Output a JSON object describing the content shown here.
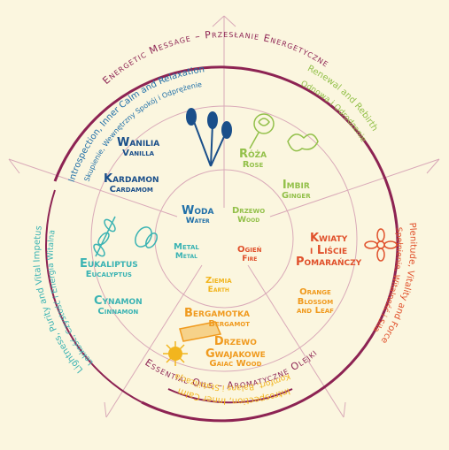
{
  "colors": {
    "background": "#fbf6df",
    "ring": "#8d2353",
    "guide": "#d9a9b8",
    "blue": "#1f6fa8",
    "green": "#93c04a",
    "red": "#e0502b",
    "orange": "#f09a1e",
    "teal": "#3ab3b3"
  },
  "rings": {
    "outer_top": "Energetic Message – Przesłanie Energetyczne",
    "outer_bottom": "Essential Oils – Aromatyczne Olejki"
  },
  "segments": {
    "top_left_en": "Introspection, Inner Calm and Relaxation",
    "top_left_pl": "Skupienie, Wewnętrzny Spokój i Odprężenie",
    "top_right_en": "Renewal and Rebirth",
    "top_right_pl": "Odnowa i Odrodzenie",
    "right_en": "Plenitude, Vitality and Force",
    "right_pl": "Spełnienie, Witalność i Siła",
    "bottom_en": "Introspection, Inner Calm",
    "bottom_pl": "Komfort, Balans i Stabilizacja",
    "left_en": "Lightness, Purity and Vital Impetus",
    "left_pl": "Lekkość, Czystość i Energia Witalna"
  },
  "elements": {
    "water_pl": "Woda",
    "water_en": "Water",
    "wood_pl": "Drzewo",
    "wood_en": "Wood",
    "fire_pl": "Ogień",
    "fire_en": "Fire",
    "earth_pl": "Ziemia",
    "earth_en": "Earth",
    "metal_pl": "Metal",
    "metal_en": "Metal"
  },
  "oils": {
    "vanilla_pl": "Wanilia",
    "vanilla_en": "Vanilla",
    "cardamom_pl": "Kardamon",
    "cardamom_en": "Cardamom",
    "rose_pl": "Róża",
    "rose_en": "Rose",
    "ginger_pl": "Imbir",
    "ginger_en": "Ginger",
    "neroli_pl_1": "Kwiaty",
    "neroli_pl_2": "i Liście",
    "neroli_pl_3": "Pomarańczy",
    "neroli_en_1": "Orange",
    "neroli_en_2": "Blossom",
    "neroli_en_3": "and Leaf",
    "bergamot_pl": "Bergamotka",
    "bergamot_en": "Bergamot",
    "guaiac_pl_1": "Drzewo",
    "guaiac_pl_2": "Gwajakowe",
    "guaiac_en": "Gaiac Wood",
    "eucalyptus_pl": "Eukaliptus",
    "eucalyptus_en": "Eucalyptus",
    "cinnamon_pl": "Cynamon",
    "cinnamon_en": "Cinnamon"
  },
  "icons": [
    "lavender-icon",
    "rose-icon",
    "ginger-icon",
    "orange-blossom-icon",
    "bergamot-icon",
    "guaiac-icon",
    "eucalyptus-icon",
    "cinnamon-icon"
  ]
}
